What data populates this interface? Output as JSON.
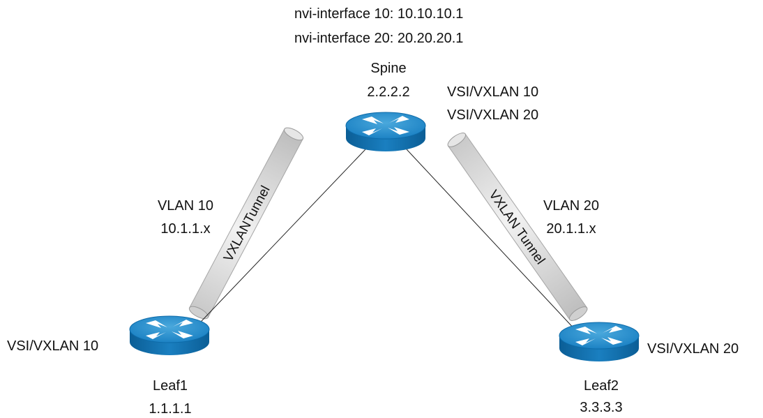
{
  "spine": {
    "nvi_line_1": "nvi-interface 10: 10.10.10.1",
    "nvi_line_2": "nvi-interface 20: 20.20.20.1",
    "name": "Spine",
    "ip": "2.2.2.2",
    "vsi_line_1": "VSI/VXLAN 10",
    "vsi_line_2": "VSI/VXLAN 20"
  },
  "left_link": {
    "vlan": "VLAN 10",
    "subnet": "10.1.1.x",
    "tunnel_label": "VXLANTunnel"
  },
  "right_link": {
    "vlan": "VLAN 20",
    "subnet": "20.1.1.x",
    "tunnel_label": "VXLAN Tunnel"
  },
  "leaf1": {
    "name": "Leaf1",
    "ip": "1.1.1.1",
    "vsi": "VSI/VXLAN 10"
  },
  "leaf2": {
    "name": "Leaf2",
    "ip": "3.3.3.3",
    "vsi": "VSI/VXLAN 20"
  },
  "colors": {
    "router_top": "#2a8cc7",
    "router_side": "#0f6aa6",
    "tunnel_fill": "#dcdcdc",
    "tunnel_edge": "#9a9a9a",
    "link_line": "#222222"
  }
}
